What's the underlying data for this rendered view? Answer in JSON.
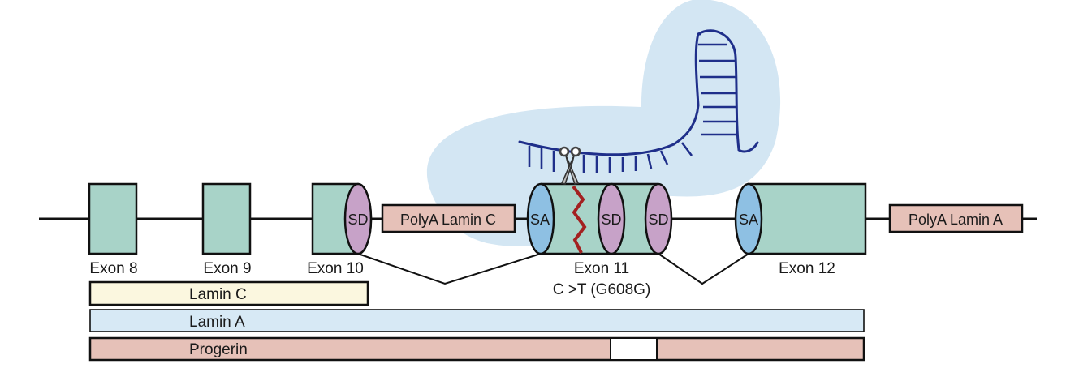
{
  "colors": {
    "exon_fill": "#a8d3c8",
    "splice_donor": "#c7a2c8",
    "splice_acceptor": "#8ec0e3",
    "polya_fill": "#e6c1b8",
    "guide_rna": "#1f2f8a",
    "guide_bubble": "#d3e6f3",
    "mutation": "#a32020",
    "lamin_c": "#fbf7df",
    "lamin_a": "#d7e9f5",
    "progerin": "#e6c1b8",
    "outline": "#111111"
  },
  "icons": {
    "scissors": "scissors-icon"
  },
  "exons": {
    "exon8": "Exon 8",
    "exon9": "Exon 9",
    "exon10": "Exon 10",
    "exon11": "Exon 11",
    "exon12": "Exon 12"
  },
  "sites": {
    "sd": "SD",
    "sa": "SA"
  },
  "polya": {
    "lamin_c": "PolyA Lamin C",
    "lamin_a": "PolyA Lamin A"
  },
  "mutation": {
    "label": "C >T (G608G)"
  },
  "transcripts": {
    "lamin_c": "Lamin C",
    "lamin_a": "Lamin A",
    "progerin": "Progerin"
  }
}
